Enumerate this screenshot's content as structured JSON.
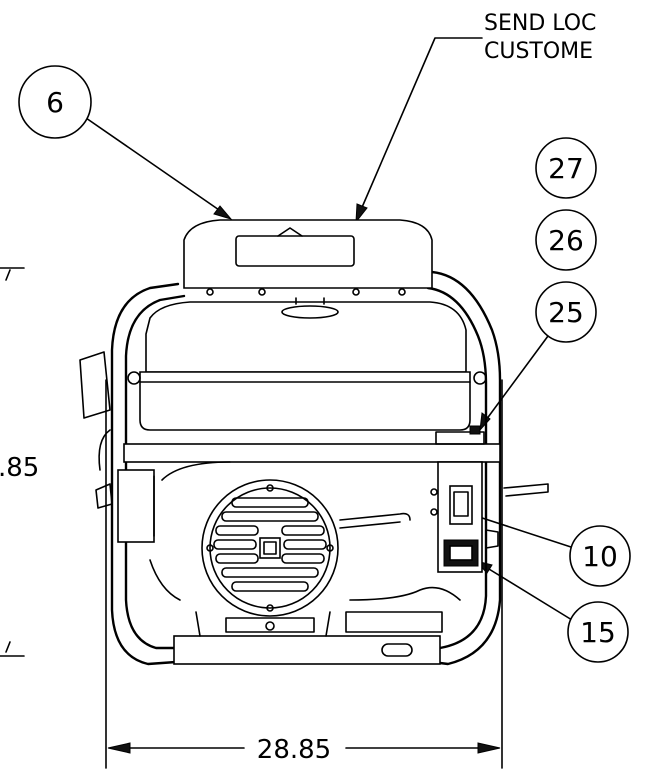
{
  "note": {
    "line1": "SEND LOC",
    "line2": "CUSTOME"
  },
  "callouts": [
    {
      "id": "6",
      "text": "6"
    },
    {
      "id": "27",
      "text": "27"
    },
    {
      "id": "26",
      "text": "26"
    },
    {
      "id": "25",
      "text": "25"
    },
    {
      "id": "10",
      "text": "10"
    },
    {
      "id": "15",
      "text": "15"
    }
  ],
  "dimensions": {
    "width_label": "28.85",
    "height_label_partial": ".85"
  }
}
